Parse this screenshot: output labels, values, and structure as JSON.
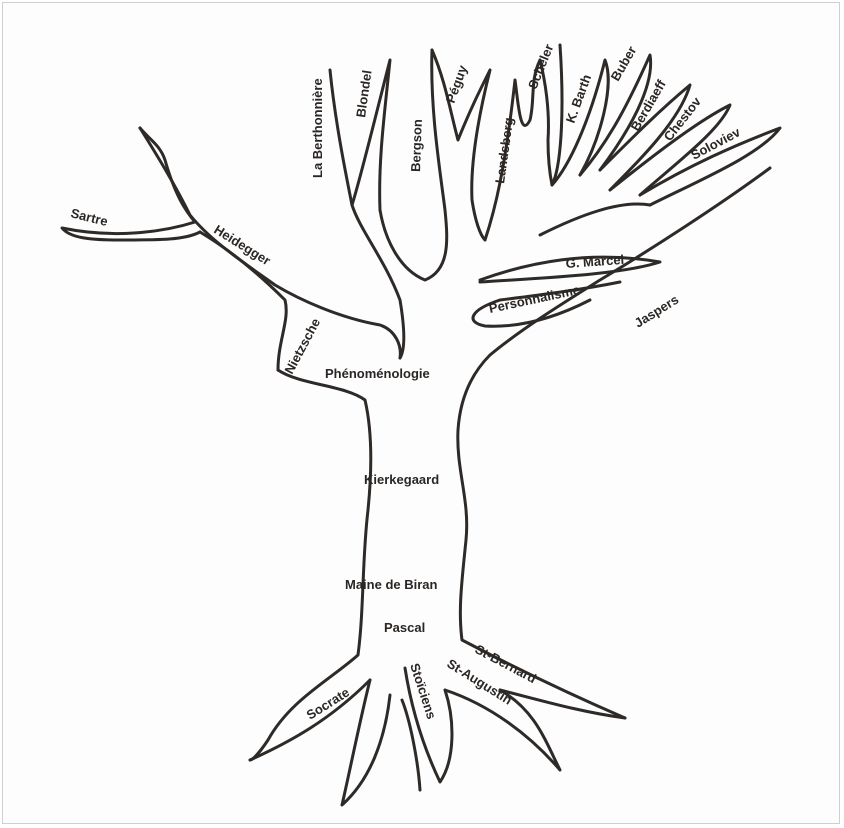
{
  "labels": {
    "sartre": "Sartre",
    "heidegger": "Heidegger",
    "nietzsche": "Nietzsche",
    "berthonniere": "La Berthonnière",
    "blondel": "Blondel",
    "bergson": "Bergson",
    "peguy": "Péguy",
    "landsberg": "Landsberg",
    "scheler": "Scheler",
    "barth": "K. Barth",
    "buber": "Buber",
    "berdiaeff": "Berdiaeff",
    "chestov": "Chestov",
    "soloviev": "Soloviev",
    "marcel": "G. Marcel",
    "personnalisme": "Personnalisme",
    "jaspers": "Jaspers",
    "phenomenologie": "Phénoménologie",
    "kierkegaard": "Kierkegaard",
    "maine_de_biran": "Maine de Biran",
    "pascal": "Pascal",
    "socrate": "Socrate",
    "stoiciens": "Stoïciens",
    "st_augustin": "St-Augustin",
    "st_bernard": "St-Bernard"
  },
  "colors": {
    "ink": "#2e2a28",
    "paper": "#fdfdfd"
  }
}
